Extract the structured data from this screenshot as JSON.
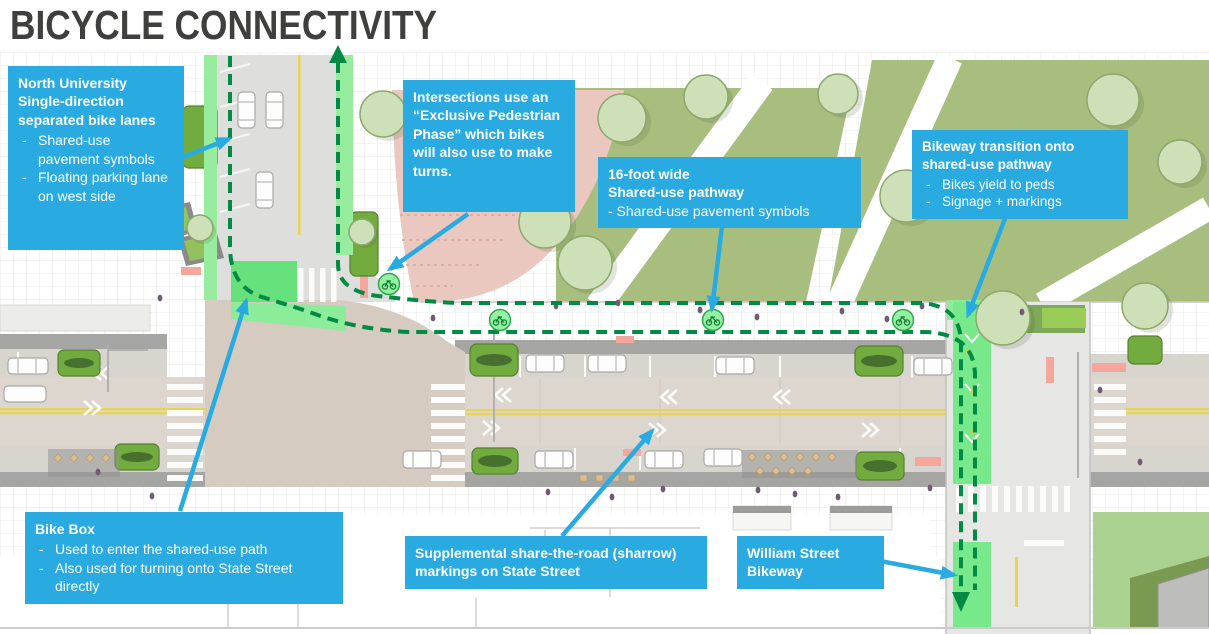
{
  "title": "BICYCLE CONNECTIVITY",
  "colors": {
    "callout_blue": "#29ABE2",
    "route_green": "#008A43",
    "bikeway_green": "#77E98A",
    "title_color": "#3F3F3E"
  },
  "callouts": {
    "north_university": {
      "heading": "North University Single-direction separated bike lanes",
      "bullets": [
        "Shared-use pavement symbols",
        "Floating parking lane on west side"
      ]
    },
    "exclusive_ped_phase": {
      "text": "Intersections use an “Exclusive Pedestrian Phase” which bikes will also use to make turns."
    },
    "shared_use_pathway": {
      "line1": "16-foot wide",
      "line2": "Shared-use pathway",
      "note": "- Shared-use pavement symbols"
    },
    "bikeway_transition": {
      "heading": "Bikeway transition onto shared-use pathway",
      "bullets": [
        "Bikes yield to peds",
        "Signage + markings"
      ]
    },
    "bike_box": {
      "heading": "Bike Box",
      "bullets": [
        "Used to enter the shared-use path",
        "Also used for turning onto State Street directly"
      ]
    },
    "sharrow": {
      "text": "Supplemental share-the-road (sharrow) markings on State Street"
    },
    "william_street": {
      "text": "William Street Bikeway"
    }
  }
}
